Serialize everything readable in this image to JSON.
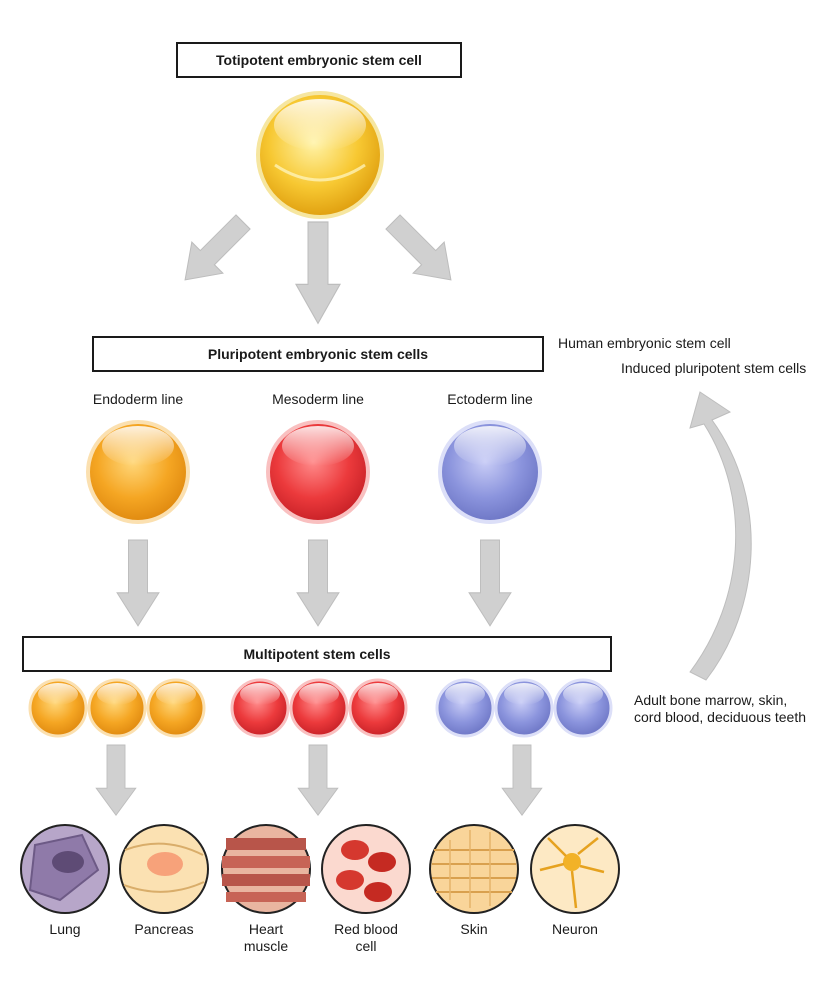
{
  "boxes": {
    "totipotent": "Totipotent embryonic stem cell",
    "pluripotent": "Pluripotent embryonic stem cells",
    "multipotent": "Multipotent stem cells"
  },
  "lines": {
    "endoderm": "Endoderm line",
    "mesoderm": "Mesoderm line",
    "ectoderm": "Ectoderm line"
  },
  "side": {
    "human_esc": "Human embryonic stem cell",
    "ipsc": "Induced pluripotent stem cells",
    "adult_line1": "Adult bone marrow, skin,",
    "adult_line2": "cord blood, deciduous teeth"
  },
  "tissues": {
    "lung": "Lung",
    "pancreas": "Pancreas",
    "heart_line1": "Heart",
    "heart_line2": "muscle",
    "rbc_line1": "Red blood",
    "rbc_line2": "cell",
    "skin": "Skin",
    "neuron": "Neuron"
  },
  "colors": {
    "yellow": "#f5c218",
    "orange": "#f5a623",
    "red": "#e8383c",
    "blue": "#8a93dc",
    "arrow": "#d0d0d0"
  }
}
